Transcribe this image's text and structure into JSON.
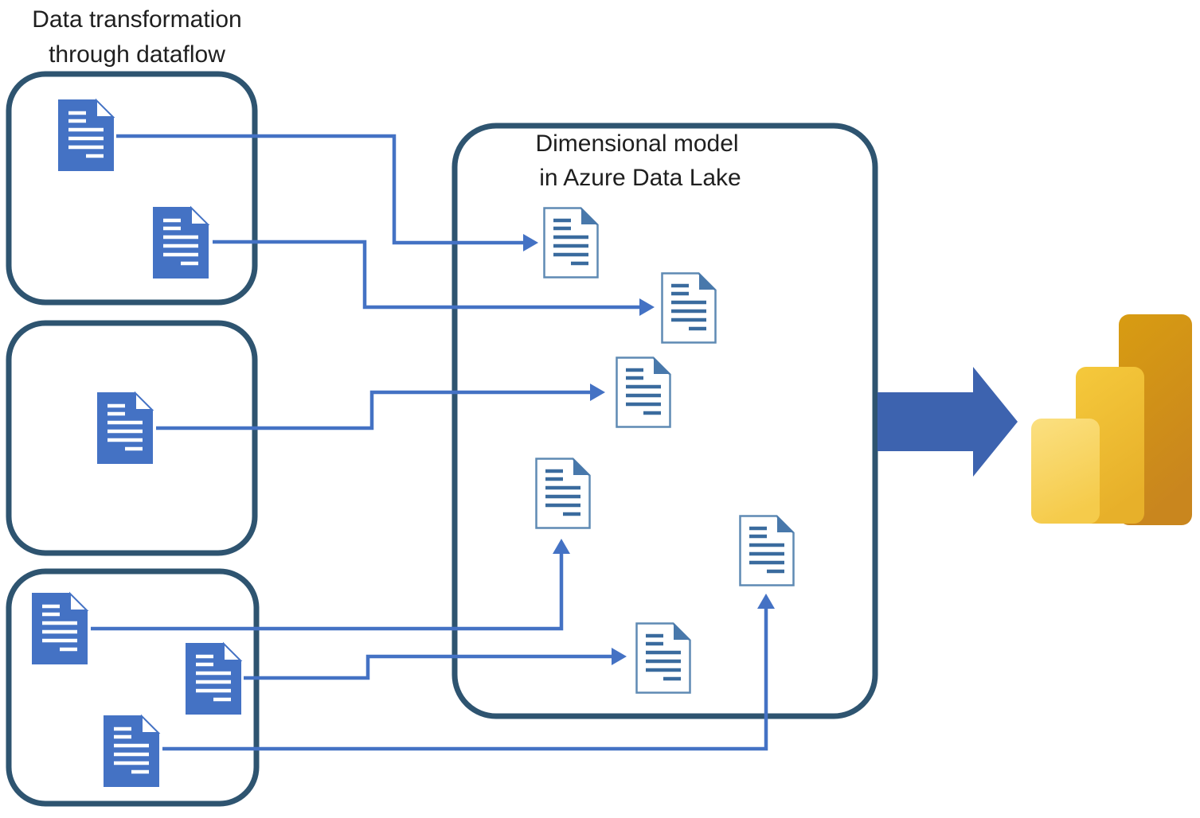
{
  "titles": {
    "source": [
      "Data transformation",
      "through dataflow"
    ],
    "model": [
      "Dimensional model",
      "in Azure Data Lake"
    ]
  },
  "groups": {
    "source_box_1": {
      "document_count": 2
    },
    "source_box_2": {
      "document_count": 1
    },
    "source_box_3": {
      "document_count": 3
    },
    "model_box": {
      "document_count": 6
    },
    "connector_count": 6
  },
  "icons": {
    "source_document": "document-icon",
    "model_document": "document-outline-icon",
    "flow": "arrow-right-icon",
    "destination": "power-bi-logo"
  },
  "colors": {
    "background": "#FFFFFF",
    "text": "#1F1F1F",
    "box-border": "#2E5470",
    "connector": "#4472C4",
    "doc-blue": "#4472C4",
    "doc-outline": "#5F8AB4",
    "doc-line": "#3A6B9E",
    "doc-fold": "#4878AB",
    "big-arrow": "#3D63AF",
    "pbi-light-top": "#FBE081",
    "pbi-light-bottom": "#F5CB4B",
    "pbi-mid-top": "#F5C93C",
    "pbi-mid-bottom": "#E7B02A",
    "pbi-dark-top": "#D89C12",
    "pbi-dark-bottom": "#C9861E"
  }
}
